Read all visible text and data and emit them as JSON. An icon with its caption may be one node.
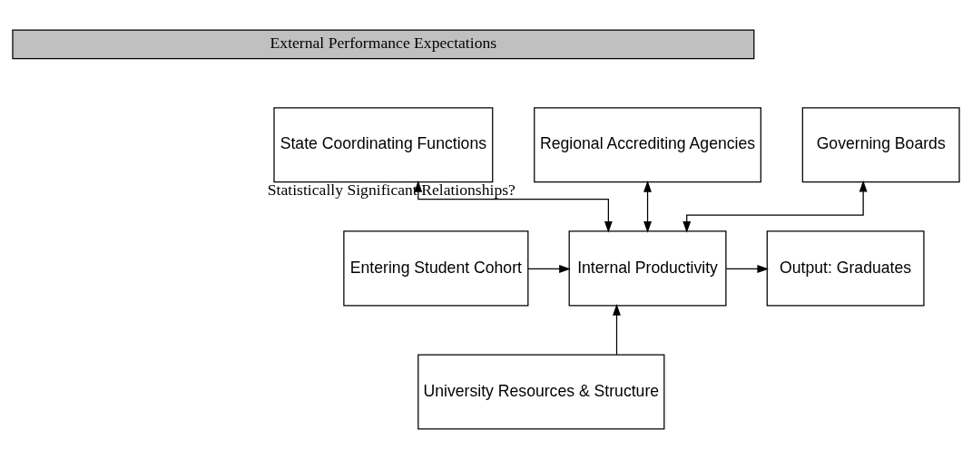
{
  "diagram": {
    "nodes": [
      {
        "text": [
          "External Performance Expectations"
        ]
      },
      {
        "text": [
          "Regional Accrediting Agencies"
        ]
      },
      {
        "text": [
          "State Coordinating Functions"
        ]
      },
      {
        "text": [
          "Governing Boards"
        ]
      },
      {
        "text": [
          "Entering Student Cohort"
        ]
      },
      {
        "text": [
          "University Resources & Structure"
        ]
      },
      {
        "text": [
          "Internal Productivity"
        ]
      },
      {
        "text": [
          "Output: Graduates"
        ]
      }
    ],
    "edges": [
      {
        "from": 1,
        "to": 6,
        "arrow": "both"
      },
      {
        "from": 2,
        "to": 6,
        "arrow": "both",
        "label": "Statistically Significant Relationships?"
      },
      {
        "from": 3,
        "to": 6,
        "arrow": "both"
      },
      {
        "from": 4,
        "to": 6,
        "arrow": "to"
      },
      {
        "from": 5,
        "to": 6,
        "arrow": "to"
      },
      {
        "from": 6,
        "to": 7,
        "arrow": "to"
      }
    ]
  }
}
